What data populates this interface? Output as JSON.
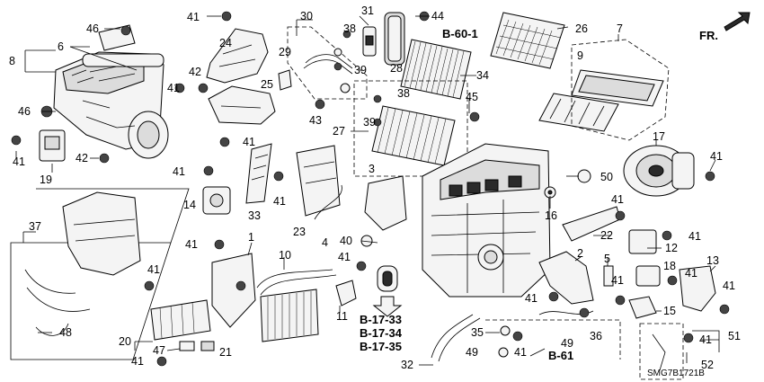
{
  "part_numbers": [
    "1",
    "2",
    "3",
    "4",
    "5",
    "6",
    "7",
    "8",
    "9",
    "10",
    "11",
    "12",
    "13",
    "14",
    "15",
    "16",
    "17",
    "18",
    "19",
    "20",
    "21",
    "22",
    "23",
    "24",
    "25",
    "26",
    "27",
    "28",
    "29",
    "30",
    "31",
    "32",
    "33",
    "34",
    "35",
    "36",
    "37",
    "38",
    "39",
    "40",
    "41",
    "42",
    "43",
    "44",
    "45",
    "46",
    "47",
    "48",
    "49",
    "50",
    "51",
    "52"
  ],
  "labels": {
    "l41a": "41",
    "l46a": "46",
    "l6": "6",
    "l8": "8",
    "l24": "24",
    "l42a": "42",
    "l41b": "41",
    "l25": "25",
    "l29": "29",
    "l30": "30",
    "l38a": "38",
    "l39a": "39",
    "l43": "43",
    "l31": "31",
    "l44": "44",
    "l28": "28",
    "l34": "34",
    "l26": "26",
    "l7": "7",
    "l9": "9",
    "l46b": "46",
    "l41c": "41",
    "l42b": "42",
    "l19": "19",
    "l41d": "41",
    "l45": "45",
    "l38b": "38",
    "l39b": "39",
    "l27": "27",
    "l17": "17",
    "l41e": "41",
    "l41f": "41",
    "l50": "50",
    "l3": "3",
    "l16": "16",
    "l41g": "41",
    "l14": "14",
    "l33": "33",
    "l41h": "41",
    "l23": "23",
    "l4": "4",
    "l40": "40",
    "l22": "22",
    "l41i": "41",
    "l12": "12",
    "l37": "37",
    "l41j": "41",
    "l1": "1",
    "l10": "10",
    "l41k": "41",
    "l2": "2",
    "l5": "5",
    "l18": "18",
    "l41l": "41",
    "l13": "13",
    "l41m": "41",
    "l41n": "41",
    "l11": "11",
    "l41o": "41",
    "l41p": "41",
    "l15": "15",
    "l48": "48",
    "l20": "20",
    "l47": "47",
    "l21": "21",
    "l41q": "41",
    "l35": "35",
    "l36": "36",
    "l49a": "49",
    "l49b": "49",
    "l41r": "41",
    "l32": "32",
    "l41s": "41",
    "l51": "51",
    "l52": "52"
  },
  "references": {
    "b60": "B-60-1",
    "b17_33": "B-17-33",
    "b17_34": "B-17-34",
    "b17_35": "B-17-35",
    "b61": "B-61"
  },
  "front_indicator": "FR.",
  "diagram_code": "SMG7B1721B"
}
